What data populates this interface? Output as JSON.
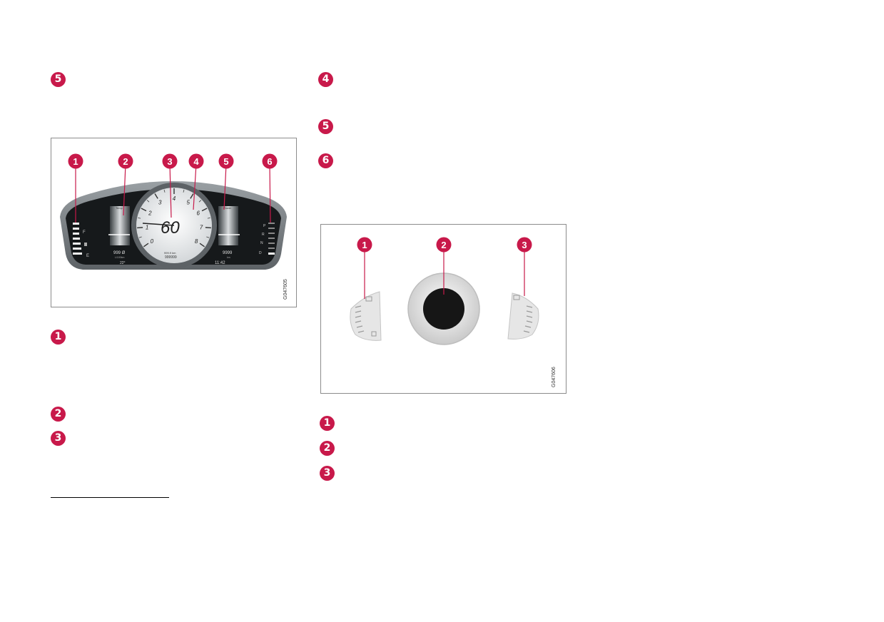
{
  "left_column": {
    "top_marker": "5",
    "figure_id": "G047605",
    "callouts": [
      "1",
      "2",
      "3",
      "4",
      "5",
      "6"
    ],
    "list_markers": [
      "1",
      "2",
      "3"
    ]
  },
  "right_column": {
    "top_markers": [
      "4",
      "5",
      "6"
    ],
    "figure_id": "G047606",
    "callouts": [
      "1",
      "2",
      "3"
    ],
    "list_markers": [
      "1",
      "2",
      "3"
    ]
  },
  "cluster": {
    "speed": "60",
    "tacho_numbers": [
      "0",
      "1",
      "2",
      "3",
      "4",
      "5",
      "6",
      "7",
      "8"
    ],
    "left_readout": "999 Ø",
    "left_readout_sub": "L/100km",
    "outside_temp": "22°",
    "right_readout": "9999",
    "right_readout_sub": "km",
    "clock": "11:42",
    "trip": "999.9 km",
    "odometer": "999999",
    "fuel_full": "F",
    "fuel_empty": "E",
    "gears": [
      "P",
      "R",
      "N",
      "D"
    ],
    "left_gauge_label": "Temp",
    "right_gauge_label": "Power"
  },
  "colors": {
    "accent": "#c8194a",
    "frame": "#8c8c8c"
  }
}
